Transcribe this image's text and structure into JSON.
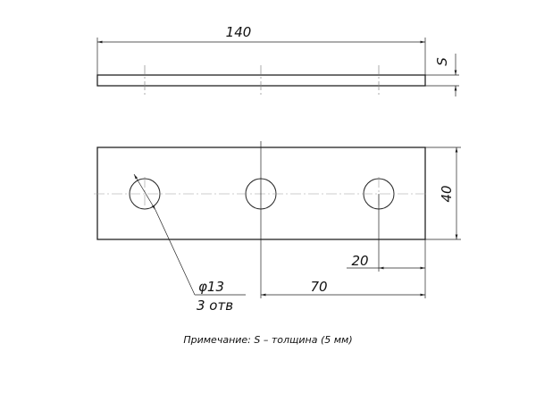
{
  "drawing": {
    "top_view": {
      "length_label": "140",
      "thickness_label": "S"
    },
    "front_view": {
      "height_label": "40",
      "edge_offset_label": "20",
      "center_offset_label": "70",
      "hole_diameter_label": "φ13",
      "hole_count_label": "3 отв"
    },
    "note": "Примечание: S – толщина (5 мм)",
    "line_color": "#222222"
  }
}
